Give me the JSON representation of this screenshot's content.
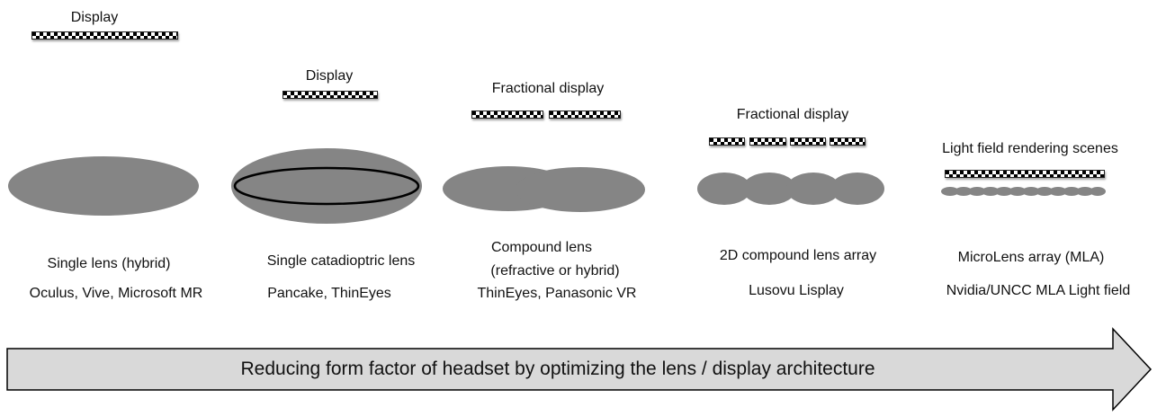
{
  "columns": [
    {
      "display_label": "Display",
      "lens_type": "Single lens (hybrid)",
      "examples": "Oculus, Vive, Microsoft MR"
    },
    {
      "display_label": "Display",
      "lens_type": "Single catadioptric lens",
      "examples": "Pancake, ThinEyes"
    },
    {
      "display_label": "Fractional display",
      "lens_type_line1": "Compound lens",
      "lens_type_line2": "(refractive or hybrid)",
      "examples": "ThinEyes, Panasonic VR"
    },
    {
      "display_label": "Fractional display",
      "lens_type": "2D compound lens array",
      "examples": "Lusovu Lisplay"
    },
    {
      "display_label": "Light field rendering scenes",
      "lens_type": "MicroLens array (MLA)",
      "examples": "Nvidia/UNCC MLA Light field"
    }
  ],
  "arrow": {
    "label": "Reducing form factor of headset by optimizing the lens / display architecture"
  },
  "colors": {
    "lens_fill": "#858585",
    "arrow_fill": "#d9d9d9",
    "outline": "#000000"
  }
}
